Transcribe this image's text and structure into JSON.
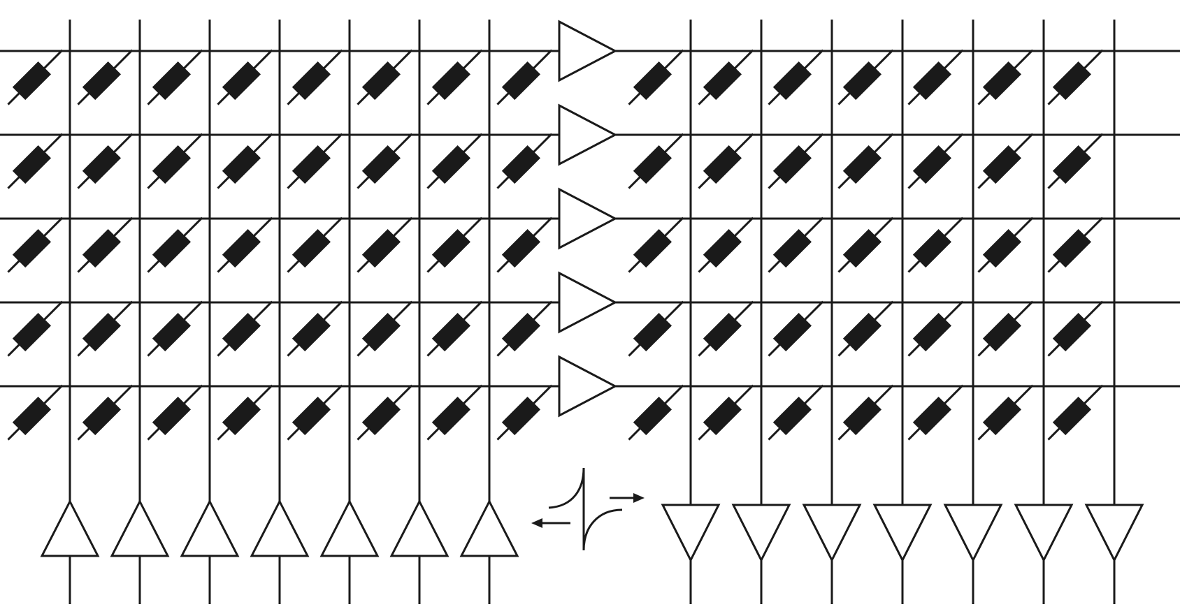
{
  "diagram": {
    "kind": "memristor-crossbar-array",
    "left_array": {
      "rows": 5,
      "columns": 8,
      "column_buffers": 7,
      "buffer_direction": "up"
    },
    "right_array": {
      "rows": 5,
      "columns": 7,
      "column_buffers": 7,
      "buffer_direction": "down"
    },
    "row_amplifiers": {
      "count": 5,
      "direction": "right"
    },
    "center_symbol": {
      "name": "hysteresis-switch-icon",
      "arrows": [
        "left",
        "right"
      ]
    },
    "colors": {
      "line": "#1a1a1a",
      "background": "#ffffff"
    }
  }
}
